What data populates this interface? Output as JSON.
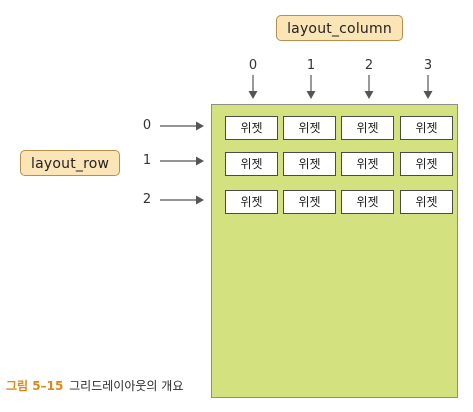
{
  "callouts": {
    "layout_column": "layout_column",
    "layout_row": "layout_row"
  },
  "column_indices": [
    "0",
    "1",
    "2",
    "3"
  ],
  "row_indices": [
    "0",
    "1",
    "2"
  ],
  "grid": {
    "cells": [
      [
        "위젯",
        "위젯",
        "위젯",
        "위젯"
      ],
      [
        "위젯",
        "위젯",
        "위젯",
        "위젯"
      ],
      [
        "위젯",
        "위젯",
        "위젯",
        "위젯"
      ]
    ]
  },
  "caption": {
    "number": "그림 5–15",
    "text": "그리드레이아웃의 개요"
  },
  "colors": {
    "layout_background": "#d3e27f",
    "callout_background": "#fbe5b7",
    "callout_border": "#b88f4a",
    "caption_number": "#d98a15",
    "arrow": "#555555"
  }
}
